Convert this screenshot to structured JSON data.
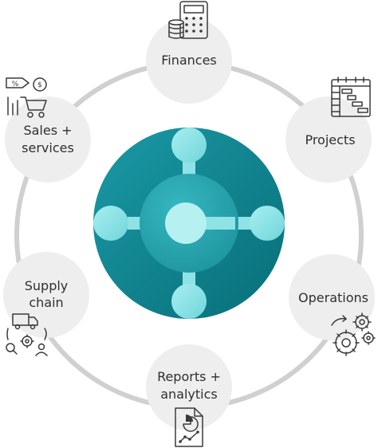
{
  "nodes": {
    "finances": {
      "line1": "Finances",
      "icon": "calculator-coins-icon"
    },
    "projects": {
      "line1": "Projects",
      "icon": "gantt-chart-icon"
    },
    "operations": {
      "line1": "Operations",
      "icon": "gears-icon"
    },
    "reports": {
      "line1": "Reports +",
      "line2": "analytics",
      "icon": "report-chart-icon"
    },
    "supply": {
      "line1": "Supply",
      "line2": "chain",
      "icon": "delivery-truck-icon"
    },
    "sales": {
      "line1": "Sales +",
      "line2": "services",
      "icon": "shopping-cart-icon"
    }
  },
  "colors": {
    "ring": "#d0d0d0",
    "node_fill": "#eeeeee",
    "hub_dark": "#0e7f8a",
    "hub_mid": "#2aa4ae",
    "hub_light": "#82e0e3",
    "hub_center": "#bdf2f2"
  },
  "logo": {
    "name": "business-central-logo"
  }
}
